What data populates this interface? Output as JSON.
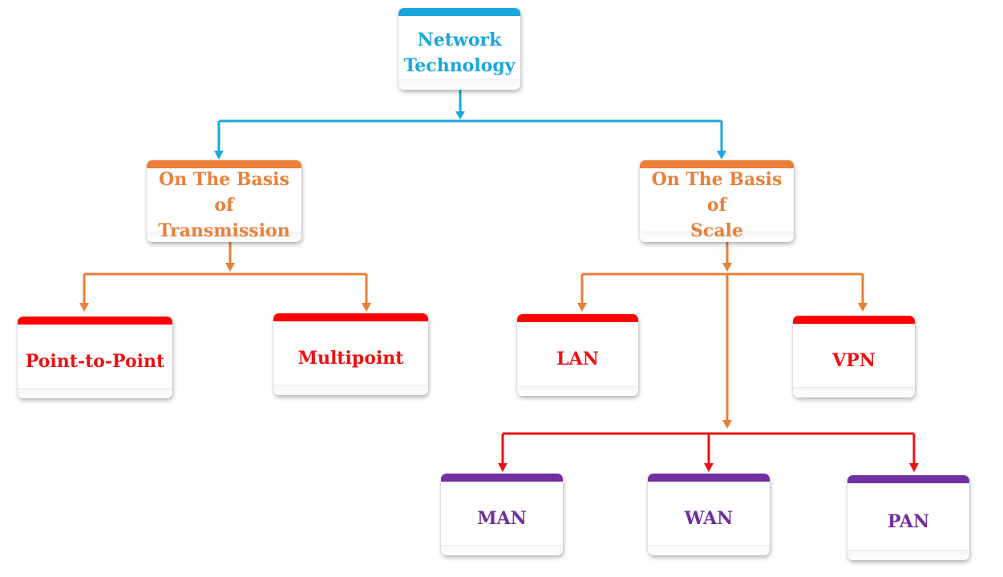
{
  "diagram": {
    "root": {
      "label": "Network\nTechnology",
      "color": "#1aa7dc"
    },
    "categories": {
      "transmission": {
        "label": "On The Basis of\nTransmission",
        "color": "#ea7f39"
      },
      "scale": {
        "label": "On The Basis of\nScale",
        "color": "#ea7f39"
      }
    },
    "transmission_types": [
      {
        "label": "Point-to-Point",
        "color": "#ee1111"
      },
      {
        "label": "Multipoint",
        "color": "#ee1111"
      }
    ],
    "scale_types_primary": [
      {
        "label": "LAN",
        "color": "#ee1111"
      },
      {
        "label": "VPN",
        "color": "#ee1111"
      }
    ],
    "scale_types_secondary": [
      {
        "label": "MAN",
        "color": "#7030a0"
      },
      {
        "label": "WAN",
        "color": "#7030a0"
      },
      {
        "label": "PAN",
        "color": "#7030a0"
      }
    ],
    "connector_colors": {
      "root": "#1aa7dc",
      "category": "#ea7f39",
      "leaf": "#ee1111"
    }
  }
}
